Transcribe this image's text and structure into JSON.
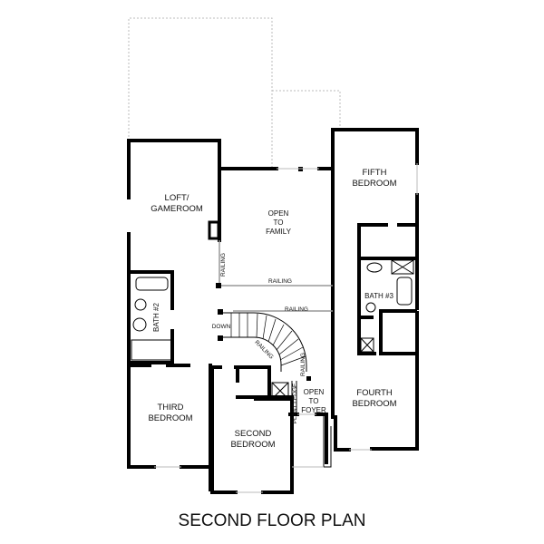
{
  "plan": {
    "title": "SECOND FLOOR PLAN",
    "rooms": {
      "loft": [
        "LOFT/",
        "GAMEROOM"
      ],
      "open_family": [
        "OPEN",
        "TO",
        "FAMILY"
      ],
      "fifth_bedroom": [
        "FIFTH",
        "BEDROOM"
      ],
      "bath3": "BATH #3",
      "bath2": "BATH #2",
      "third_bedroom": [
        "THIRD",
        "BEDROOM"
      ],
      "second_bedroom": [
        "SECOND",
        "BEDROOM"
      ],
      "fourth_bedroom": [
        "FOURTH",
        "BEDROOM"
      ],
      "open_foyer": [
        "OPEN",
        "TO",
        "FOYER"
      ]
    },
    "annotations": {
      "railing": "RAILING",
      "down": "DOWN",
      "plant_ledge": "PLANT LEDGE"
    }
  }
}
